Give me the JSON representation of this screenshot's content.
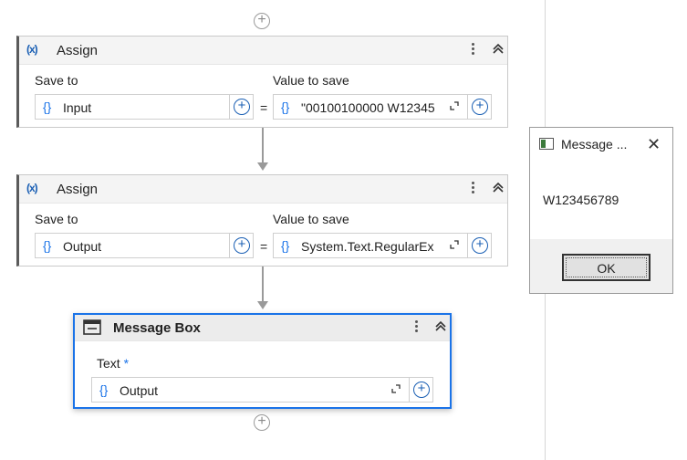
{
  "workflow": {
    "assign1": {
      "title": "Assign",
      "save_to_label": "Save to",
      "value_label": "Value to save",
      "save_to_value": "Input",
      "value_value": "\"00100100000 W12345",
      "equals": "="
    },
    "assign2": {
      "title": "Assign",
      "save_to_label": "Save to",
      "value_label": "Value to save",
      "save_to_value": "Output",
      "value_value": "System.Text.RegularEx",
      "equals": "="
    },
    "message_box": {
      "title": "Message Box",
      "text_label": "Text",
      "required_marker": "*",
      "text_value": "Output"
    },
    "icons": {
      "variable": "(x)",
      "braces": "{}",
      "plus": "+",
      "collapse": "chevron-double-up",
      "kebab": "more-vertical"
    }
  },
  "dialog": {
    "title": "Message ...",
    "message": "W123456789",
    "ok_label": "OK",
    "close_glyph": "✕"
  },
  "colors": {
    "accent": "#1a73e8",
    "icon_blue": "#1a5fb4",
    "connector": "#9a9a9a"
  }
}
